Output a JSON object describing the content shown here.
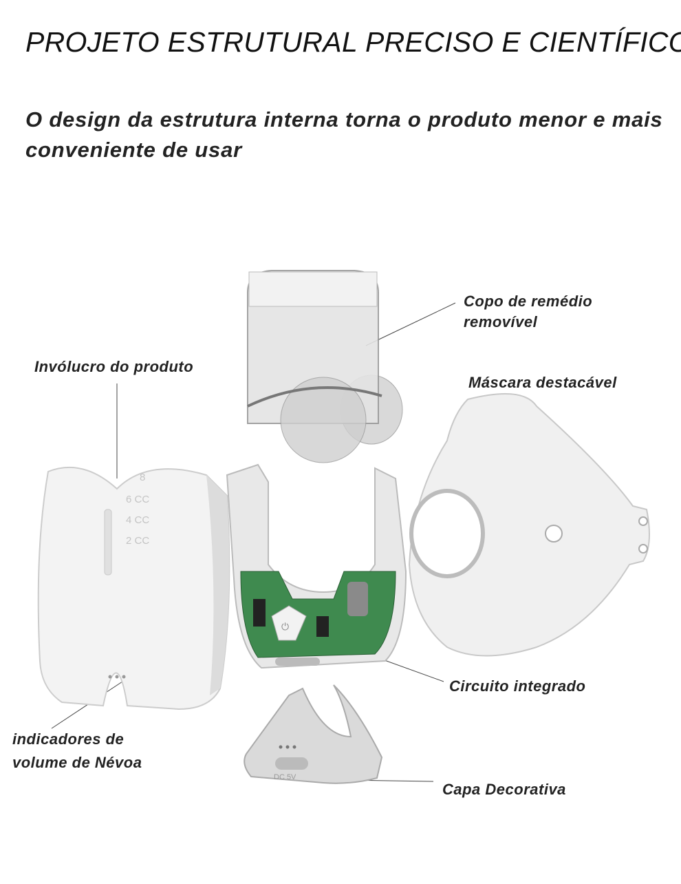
{
  "header": {
    "title": "PROJETO ESTRUTURAL PRECISO E CIENTÍFICO",
    "subtitle": "O design da estrutura interna torna o produto menor e mais conveniente de usar"
  },
  "labels": {
    "cup": "Copo de remédio removível",
    "housing": "Invólucro do produto",
    "mask": "Máscara destacável",
    "circuit": "Circuito integrado",
    "indicators": "indicadores de volume de Névoa",
    "cap": "Capa Decorativa"
  },
  "product_markings": [
    "8",
    "6 CC",
    "4 CC",
    "2 CC",
    "DC 5V"
  ]
}
